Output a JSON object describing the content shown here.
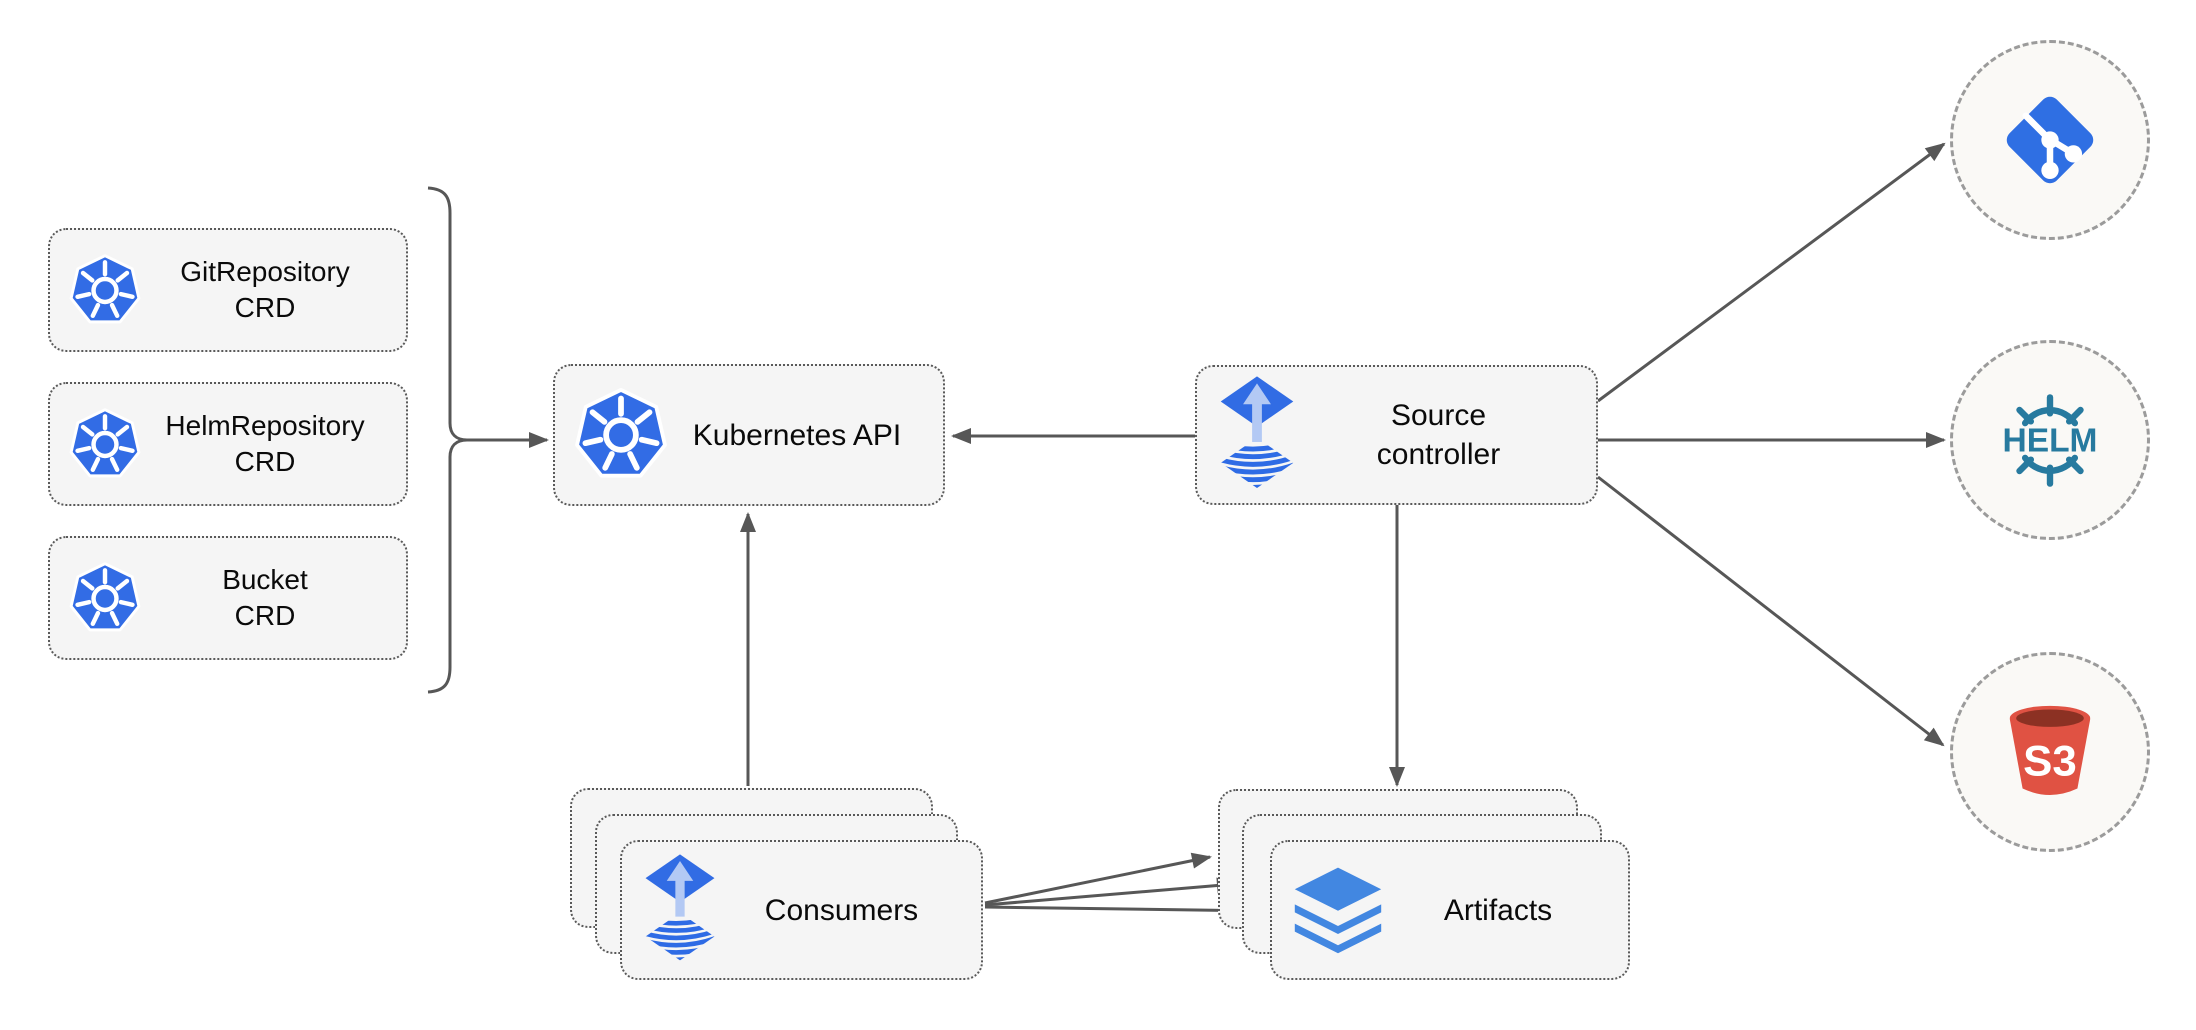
{
  "crd_boxes": [
    {
      "line1": "GitRepository",
      "line2": "CRD",
      "icon": "kubernetes-icon"
    },
    {
      "line1": "HelmRepository",
      "line2": "CRD",
      "icon": "kubernetes-icon"
    },
    {
      "line1": "Bucket",
      "line2": "CRD",
      "icon": "kubernetes-icon"
    }
  ],
  "kubernetes_api": {
    "label": "Kubernetes API",
    "icon": "kubernetes-icon"
  },
  "source_controller": {
    "line1": "Source",
    "line2": "controller",
    "icon": "flux-icon"
  },
  "consumers": {
    "label": "Consumers",
    "icon": "flux-icon",
    "stacked": 3
  },
  "artifacts": {
    "label": "Artifacts",
    "icon": "layers-icon",
    "stacked": 3
  },
  "external_sources": {
    "git": {
      "icon": "git-icon"
    },
    "helm": {
      "icon": "helm-icon",
      "label": "HELM"
    },
    "s3": {
      "icon": "s3-icon",
      "label": "S3"
    }
  },
  "colors": {
    "kubernetes_blue": "#326CE5",
    "flux_blue": "#316CE4",
    "git_blue": "#2F6FE3",
    "helm_teal": "#277A9F",
    "s3_red": "#E05243",
    "s3_dark_red": "#8C3123",
    "layers_blue": "#4287E1",
    "arrow_gray": "#575757",
    "node_fill": "#F5F5F5",
    "node_border": "#595959",
    "circle_fill": "#FAF9F6",
    "circle_border": "#9B9B9B"
  }
}
